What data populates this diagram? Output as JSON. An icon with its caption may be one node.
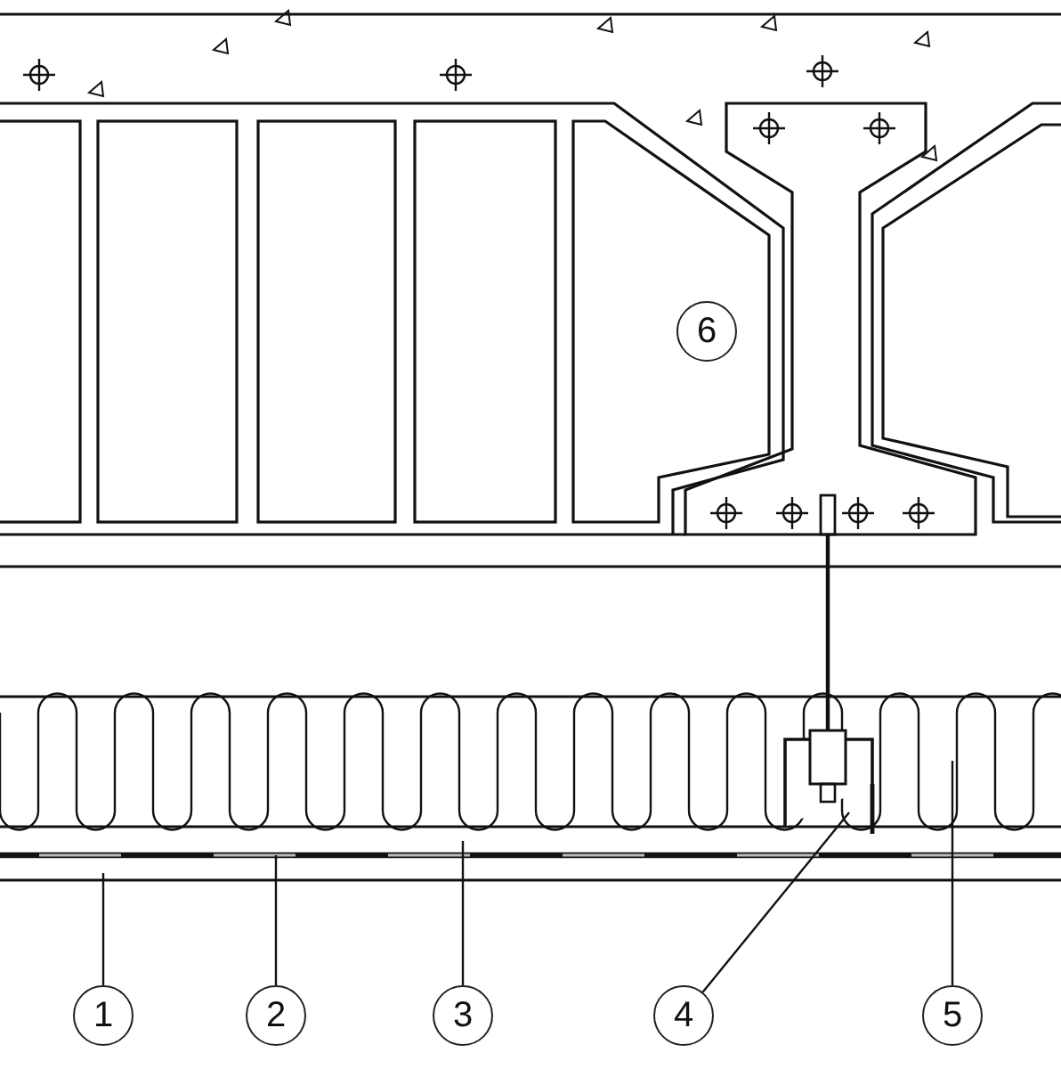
{
  "diagram": {
    "nodes": [
      {
        "text": [
          "1"
        ]
      },
      {
        "text": [
          "2"
        ]
      },
      {
        "text": [
          "3"
        ]
      },
      {
        "text": [
          "4"
        ]
      },
      {
        "text": [
          "5"
        ]
      },
      {
        "text": [
          "6"
        ]
      }
    ],
    "edges": [
      {
        "from": 0,
        "to": null,
        "arrow": "none"
      },
      {
        "from": 1,
        "to": null,
        "arrow": "none"
      },
      {
        "from": 2,
        "to": null,
        "arrow": "none"
      },
      {
        "from": 3,
        "to": null,
        "arrow": "none"
      },
      {
        "from": 4,
        "to": null,
        "arrow": "none"
      }
    ]
  }
}
